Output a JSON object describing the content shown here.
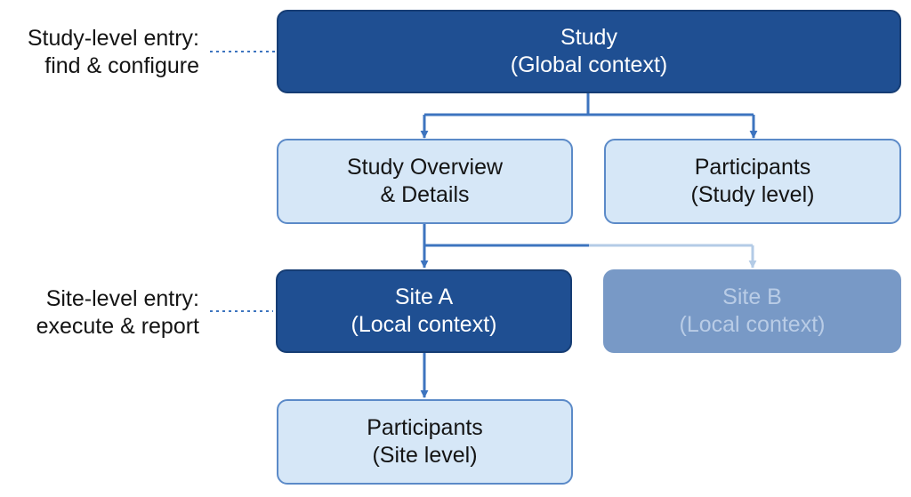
{
  "annotations": {
    "study_entry": {
      "line1": "Study-level entry:",
      "line2": "find & configure"
    },
    "site_entry": {
      "line1": "Site-level entry:",
      "line2": "execute & report"
    }
  },
  "nodes": {
    "study": {
      "line1": "Study",
      "line2": "(Global context)"
    },
    "study_overview": {
      "line1": "Study Overview",
      "line2": "& Details"
    },
    "participants_study": {
      "line1": "Participants",
      "line2": "(Study level)"
    },
    "site_a": {
      "line1": "Site A",
      "line2": "(Local context)"
    },
    "site_b": {
      "line1": "Site B",
      "line2": "(Local context)"
    },
    "participants_site": {
      "line1": "Participants",
      "line2": "(Site level)"
    }
  },
  "colors": {
    "primary_dark": "#1f4f92",
    "light_fill": "#d6e7f7",
    "light_border": "#5b8ac8",
    "faded_fill": "#7899c6",
    "connector": "#3d74bf",
    "connector_faded": "#b3cbe6"
  }
}
